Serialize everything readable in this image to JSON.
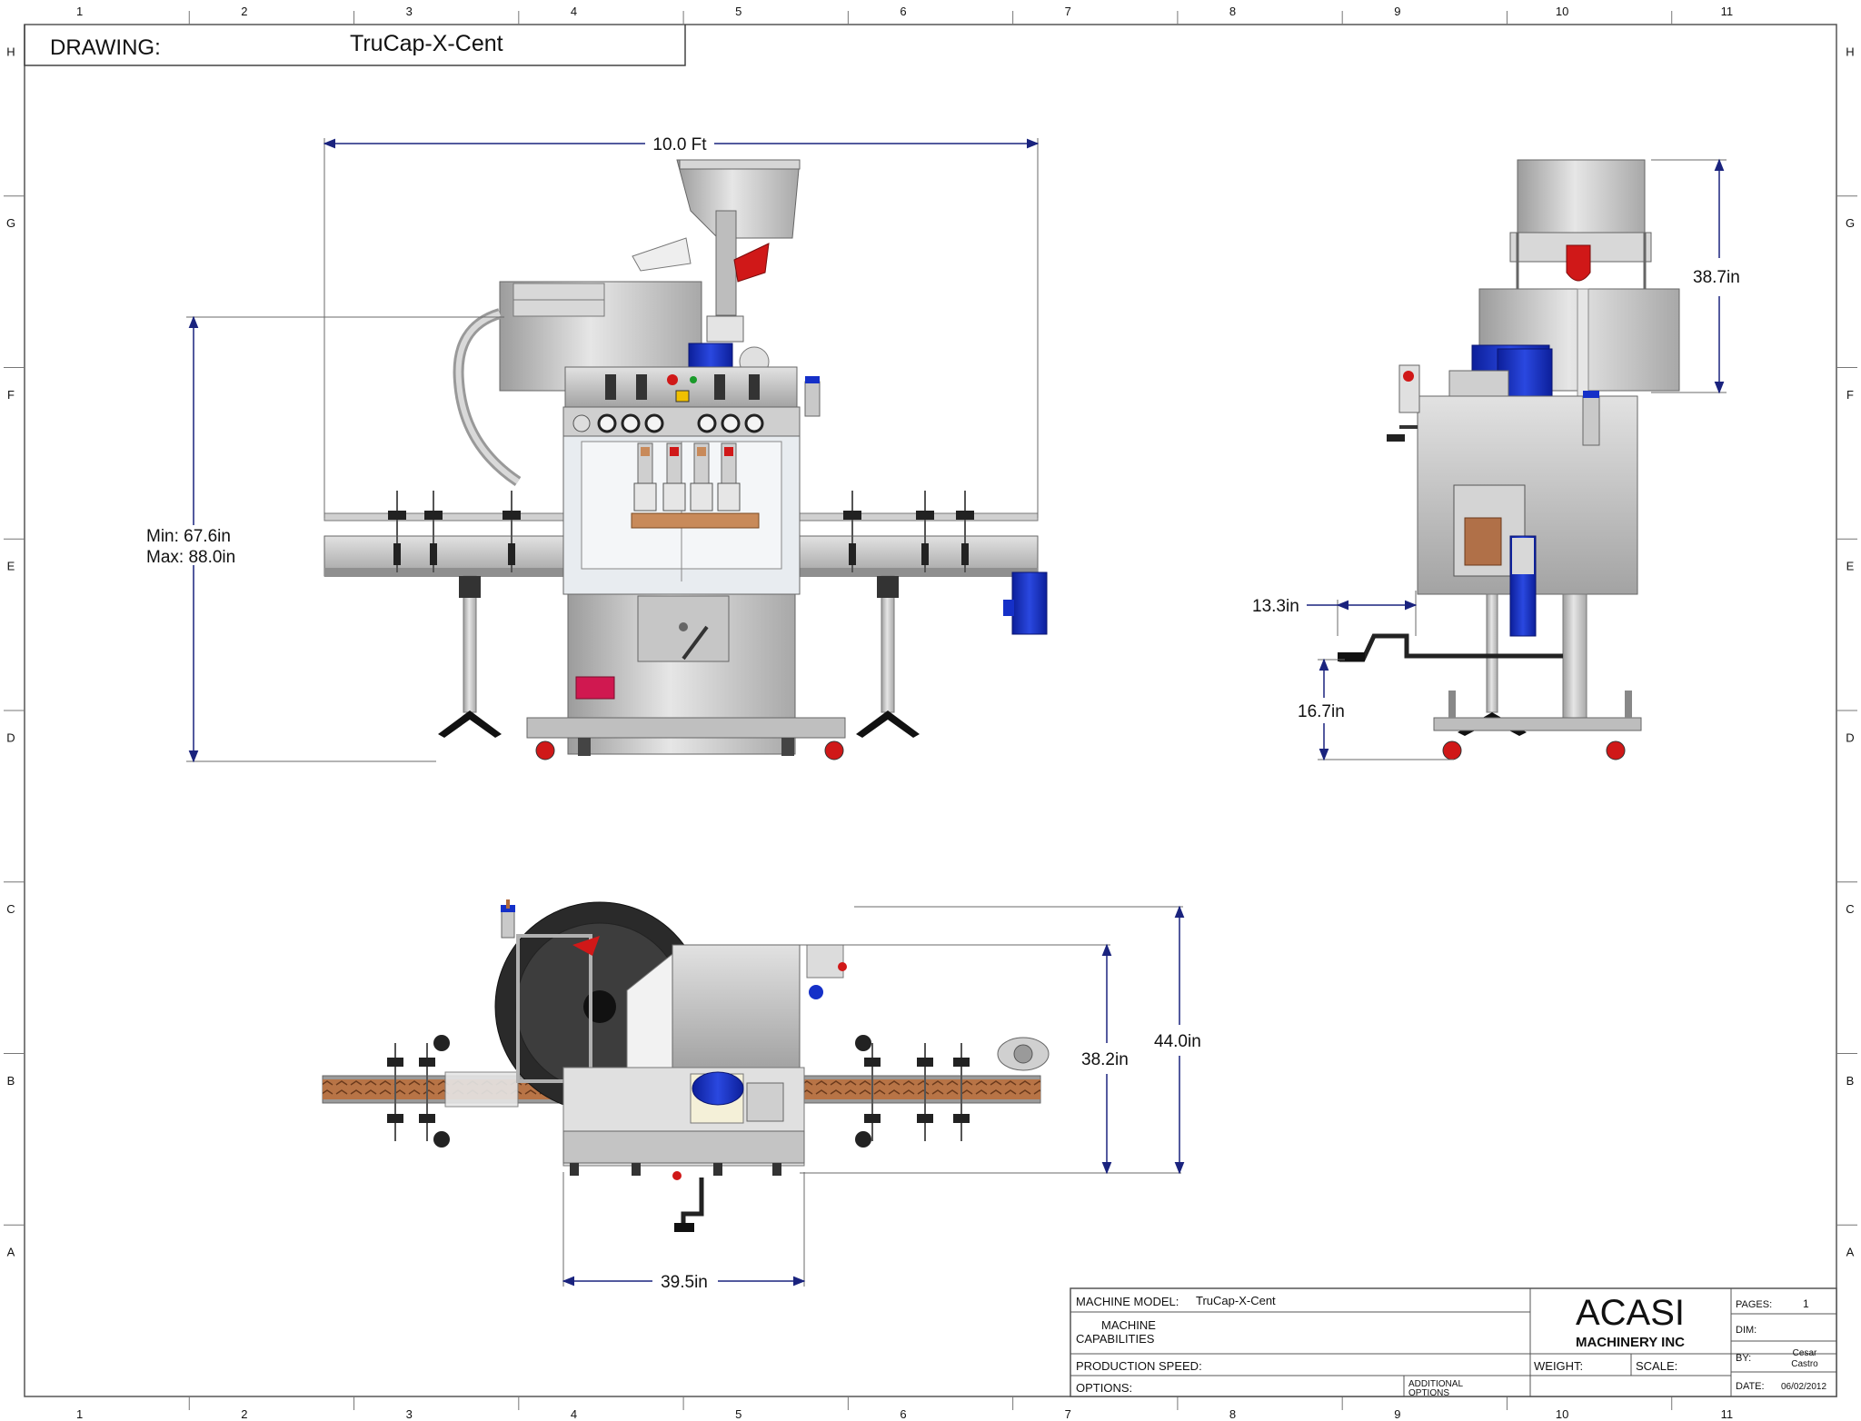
{
  "header": {
    "label": "DRAWING:",
    "name": "TruCap-X-Cent"
  },
  "zone_columns": [
    "1",
    "2",
    "3",
    "4",
    "5",
    "6",
    "7",
    "8",
    "9",
    "10",
    "11"
  ],
  "zone_rows": [
    "H",
    "G",
    "F",
    "E",
    "D",
    "C",
    "B",
    "A"
  ],
  "dimensions": {
    "front_width": "10.0 Ft",
    "front_height_min": "Min: 67.6in",
    "front_height_max": "Max: 88.0in",
    "side_hopper_height": "38.7in",
    "side_crank_offset": "13.3in",
    "side_crank_height": "16.7in",
    "top_inner_depth": "38.2in",
    "top_outer_depth": "44.0in",
    "top_base_width": "39.5in"
  },
  "title_block": {
    "machine_model_label": "MACHINE MODEL:",
    "machine_model_value": "TruCap-X-Cent",
    "capabilities_label_1": "MACHINE",
    "capabilities_label_2": "CAPABILITIES",
    "production_speed_label": "PRODUCTION SPEED:",
    "options_label": "OPTIONS:",
    "additional_options_label_1": "ADDITIONAL",
    "additional_options_label_2": "OPTIONS",
    "company_name": "ACASI",
    "company_sub": "MACHINERY INC",
    "weight_label": "WEIGHT:",
    "scale_label": "SCALE:",
    "pages_label": "PAGES:",
    "pages_value": "1",
    "dim_label": "DIM:",
    "by_label": "BY:",
    "by_value_1": "Cesar",
    "by_value_2": "Castro",
    "date_label": "DATE:",
    "date_value": "06/02/2012"
  },
  "colors": {
    "steel": "#c9c9c9",
    "steel_dark": "#8a8a8a",
    "blue_motor": "#1530c8",
    "red_part": "#d01818",
    "dim_line": "#1a237e",
    "conveyor_chain": "#b06a3b"
  }
}
